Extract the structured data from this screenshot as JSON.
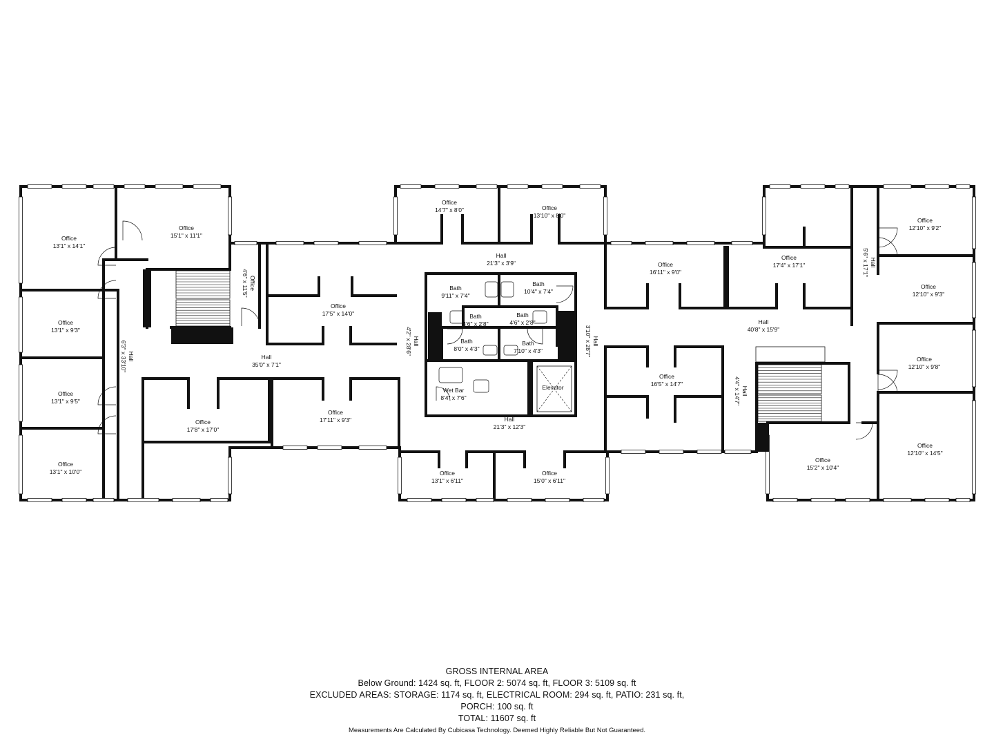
{
  "rooms": [
    {
      "id": "office-a",
      "name": "Office",
      "dims": "13'1\" x 14'1\""
    },
    {
      "id": "office-b",
      "name": "Office",
      "dims": "15'1\" x 11'1\""
    },
    {
      "id": "office-c",
      "name": "Office",
      "dims": "4'6\" x 11'5\""
    },
    {
      "id": "office-d",
      "name": "Office",
      "dims": "13'1\" x 9'3\""
    },
    {
      "id": "office-e",
      "name": "Office",
      "dims": "13'1\" x 9'5\""
    },
    {
      "id": "office-f",
      "name": "Office",
      "dims": "13'1\" x 10'0\""
    },
    {
      "id": "hall-a",
      "name": "Hall",
      "dims": "6'3\" x 33'10\""
    },
    {
      "id": "hall-b",
      "name": "Hall",
      "dims": "35'0\" x 7'1\""
    },
    {
      "id": "office-g",
      "name": "Office",
      "dims": "17'5\" x 14'0\""
    },
    {
      "id": "office-h",
      "name": "Office",
      "dims": "17'8\" x 17'0\""
    },
    {
      "id": "office-i",
      "name": "Office",
      "dims": "17'11\" x 9'3\""
    },
    {
      "id": "hall-c",
      "name": "Hall",
      "dims": "4'2\" x 28'6\""
    },
    {
      "id": "office-j",
      "name": "Office",
      "dims": "14'7\" x 8'0\""
    },
    {
      "id": "office-k",
      "name": "Office",
      "dims": "13'10\" x 8'0\""
    },
    {
      "id": "hall-d",
      "name": "Hall",
      "dims": "21'3\" x 3'9\""
    },
    {
      "id": "bath-a",
      "name": "Bath",
      "dims": "9'11\" x 7'4\""
    },
    {
      "id": "bath-b",
      "name": "Bath",
      "dims": "10'4\" x 7'4\""
    },
    {
      "id": "bath-c",
      "name": "Bath",
      "dims": "4'6\" x 2'8\""
    },
    {
      "id": "bath-d",
      "name": "Bath",
      "dims": "4'6\" x 2'8\""
    },
    {
      "id": "bath-e",
      "name": "Bath",
      "dims": "8'0\" x 4'3\""
    },
    {
      "id": "bath-f",
      "name": "Bath",
      "dims": "7'10\" x 4'3\""
    },
    {
      "id": "wet-bar",
      "name": "Wet Bar",
      "dims": "8'4\" x 7'6\""
    },
    {
      "id": "elevator",
      "name": "Elevator",
      "dims": ""
    },
    {
      "id": "hall-e",
      "name": "Hall",
      "dims": "21'3\" x 12'3\""
    },
    {
      "id": "office-l",
      "name": "Office",
      "dims": "13'1\" x 6'11\""
    },
    {
      "id": "office-m",
      "name": "Office",
      "dims": "15'0\" x 6'11\""
    },
    {
      "id": "hall-f",
      "name": "Hall",
      "dims": "3'10\" x 28'7\""
    },
    {
      "id": "office-n",
      "name": "Office",
      "dims": "16'11\" x 9'0\""
    },
    {
      "id": "office-o",
      "name": "Office",
      "dims": "17'4\" x 17'1\""
    },
    {
      "id": "hall-g",
      "name": "Hall",
      "dims": "40'8\" x 15'9\""
    },
    {
      "id": "office-p",
      "name": "Office",
      "dims": "16'5\" x 14'7\""
    },
    {
      "id": "hall-h",
      "name": "Hall",
      "dims": "4'4\" x 14'7\""
    },
    {
      "id": "hall-i",
      "name": "Hall",
      "dims": "5'6\" x 17'1\""
    },
    {
      "id": "office-q",
      "name": "Office",
      "dims": "12'10\" x 9'2\""
    },
    {
      "id": "office-r",
      "name": "Office",
      "dims": "12'10\" x 9'3\""
    },
    {
      "id": "office-s",
      "name": "Office",
      "dims": "12'10\" x 9'8\""
    },
    {
      "id": "office-t",
      "name": "Office",
      "dims": "12'10\" x 14'5\""
    },
    {
      "id": "office-u",
      "name": "Office",
      "dims": "15'2\" x 10'4\""
    }
  ],
  "summary": {
    "title": "GROSS INTERNAL AREA",
    "floors": "Below Ground: 1424 sq. ft, FLOOR 2: 5074 sq. ft, FLOOR 3: 5109 sq. ft",
    "excluded": "EXCLUDED AREAS: STORAGE: 1174 sq. ft, ELECTRICAL ROOM: 294 sq. ft, PATIO: 231 sq. ft,",
    "porch": "PORCH: 100 sq. ft",
    "total": "TOTAL: 11607 sq. ft",
    "disclaimer": "Measurements Are Calculated By Cubicasa Technology. Deemed Highly Reliable But Not Guaranteed."
  }
}
